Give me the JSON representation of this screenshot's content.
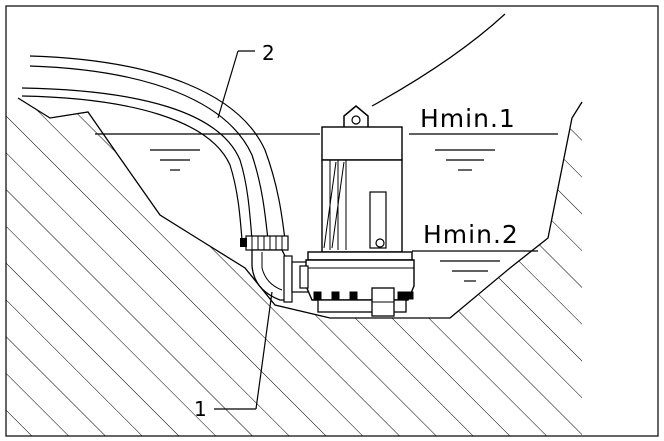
{
  "callouts": {
    "hose": "2",
    "elbow": "1"
  },
  "levels": {
    "hmin1": "Hmin.1",
    "hmin2": "Hmin.2"
  },
  "colors": {
    "ink": "#000000",
    "background": "#ffffff"
  }
}
